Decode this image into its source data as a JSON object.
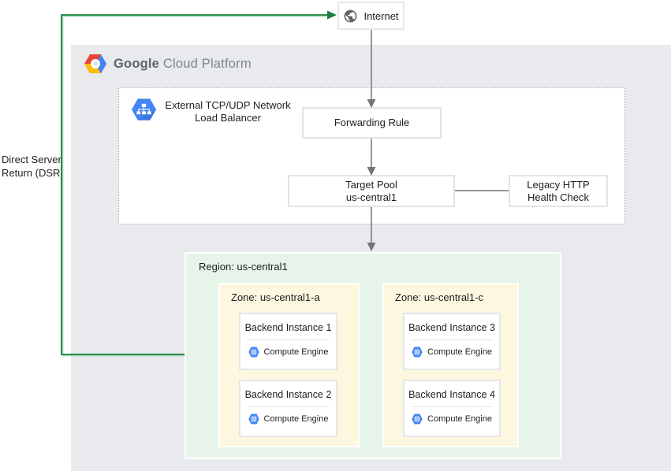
{
  "colors": {
    "gcp_background": "#E8EAED",
    "region_background": "#E6F4EA",
    "zone_background": "#FEF7E0",
    "node_border": "#E1E3E6",
    "arrow_gray": "#757575",
    "dsr_green": "#188038",
    "icon_blue": "#4285F4",
    "brand_red": "#EA4335",
    "brand_yellow": "#FBBC04"
  },
  "internet": {
    "label": "Internet",
    "icon": "globe-icon"
  },
  "header": {
    "brand_primary": "Google",
    "brand_secondary": "Cloud Platform",
    "icon": "gcp-logo-icon"
  },
  "load_balancer": {
    "icon": "load-balancer-icon",
    "title_line1": "External TCP/UDP Network",
    "title_line2": "Load Balancer"
  },
  "forwarding_rule": {
    "label": "Forwarding Rule"
  },
  "target_pool": {
    "line1": "Target Pool",
    "line2": "us-central1"
  },
  "health_check": {
    "line1": "Legacy HTTP",
    "line2": "Health Check"
  },
  "dsr_label": {
    "line1": "Direct Server",
    "line2": "Return (DSR)"
  },
  "region": {
    "label": "Region: us-central1",
    "zones": [
      {
        "label": "Zone: us-central1-a",
        "instances": [
          {
            "title": "Backend Instance 1",
            "service": "Compute Engine",
            "icon": "compute-engine-icon"
          },
          {
            "title": "Backend Instance 2",
            "service": "Compute Engine",
            "icon": "compute-engine-icon"
          }
        ]
      },
      {
        "label": "Zone: us-central1-c",
        "instances": [
          {
            "title": "Backend Instance 3",
            "service": "Compute Engine",
            "icon": "compute-engine-icon"
          },
          {
            "title": "Backend Instance 4",
            "service": "Compute Engine",
            "icon": "compute-engine-icon"
          }
        ]
      }
    ]
  }
}
